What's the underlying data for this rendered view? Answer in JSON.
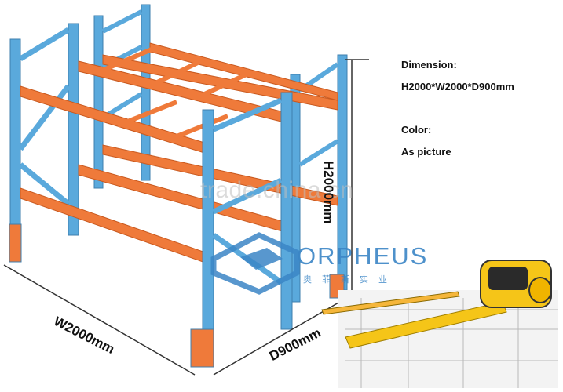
{
  "product": {
    "dimension_label": "Dimension:",
    "dimension_value": "H2000*W2000*D900mm",
    "color_label": "Color:",
    "color_value": "As picture"
  },
  "measurements": {
    "width": "W2000mm",
    "depth": "D900mm",
    "height": "H2000mm"
  },
  "watermark": "trade.china.cn",
  "brand": {
    "name": "ORPHEUS",
    "chinese_name": "奥菲斯实业"
  },
  "colors": {
    "upright_blue": "#5aa9dc",
    "beam_orange": "#ef7a3a",
    "brand_blue": "#3b86c6",
    "tape_yellow": "#f5c518"
  }
}
